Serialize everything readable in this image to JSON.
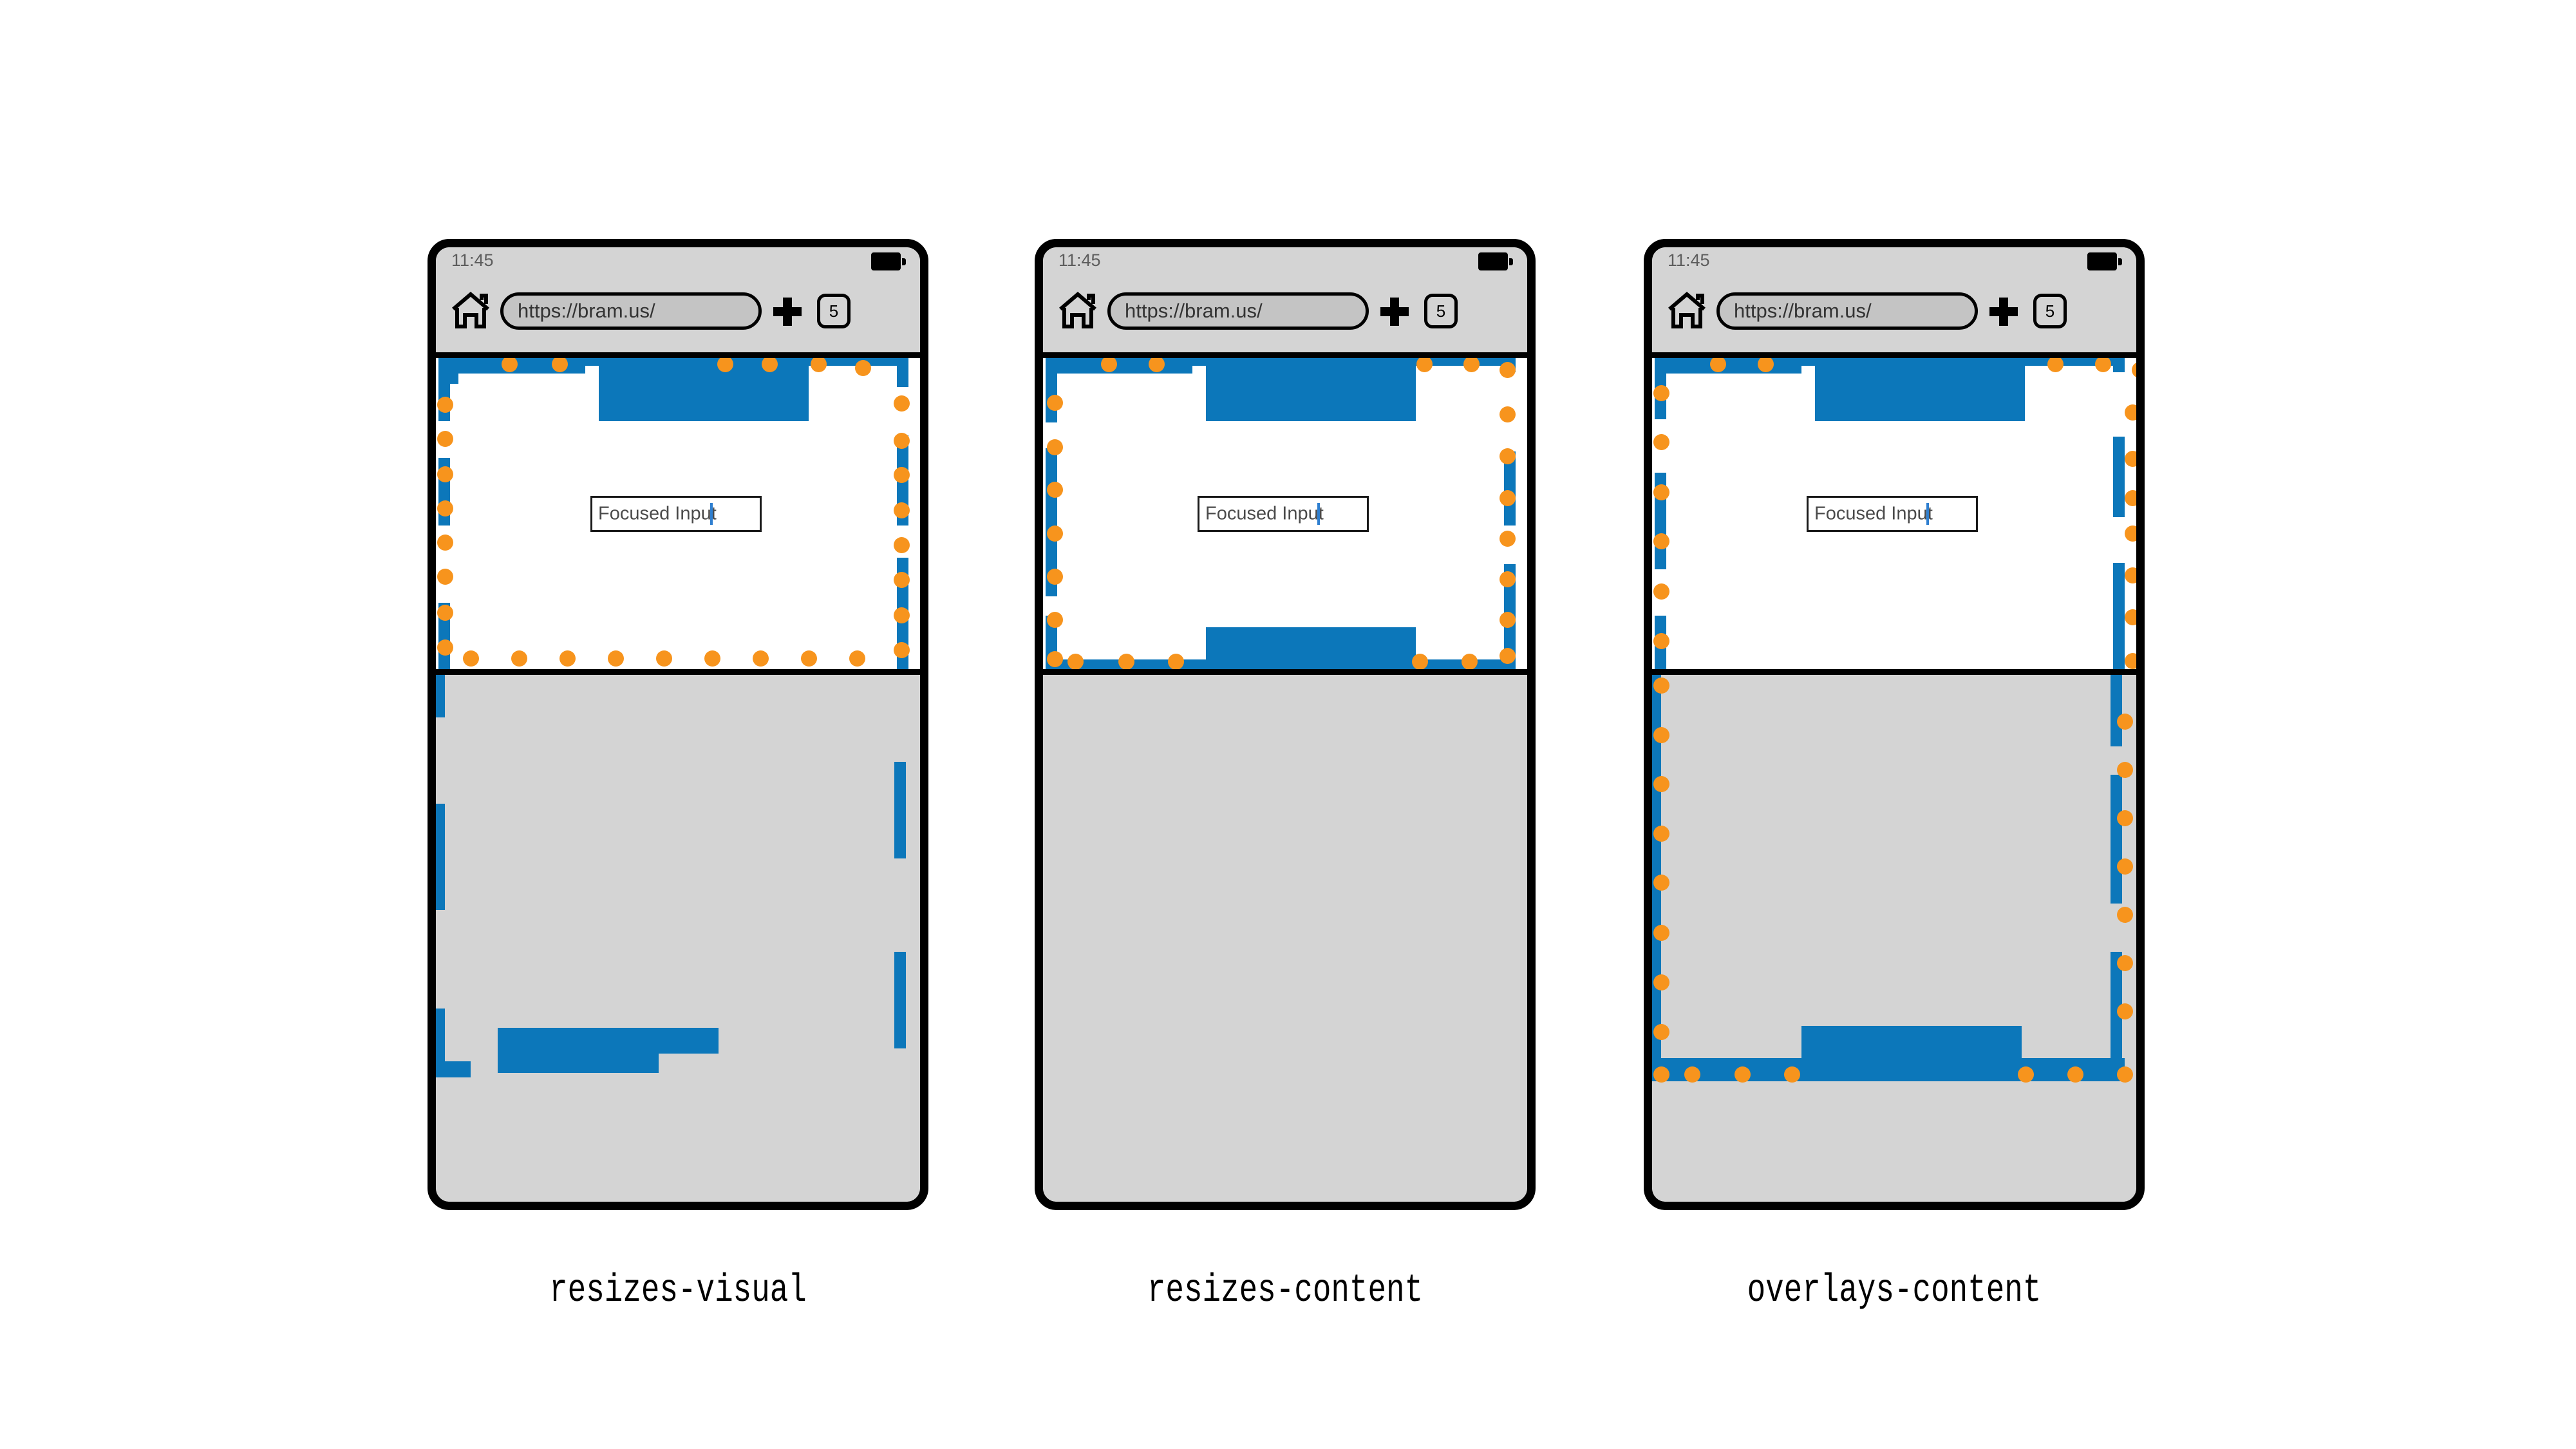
{
  "figure": {
    "title": "Virtual keyboard viewport behaviour comparison",
    "panel_count": 3,
    "colors": {
      "accent_blue": "#0c77ba",
      "accent_orange": "#f7941d",
      "chrome_grey": "#d4d4d4",
      "keyboard_grey": "#d4d4d4",
      "outline_black": "#000000",
      "caret_blue": "#2f7fd0",
      "input_text": "#4a4a4a"
    }
  },
  "panels": [
    {
      "id": "resizes-visual",
      "caption": "resizes-visual",
      "status_bar": {
        "clock": "11:45",
        "battery_icon": "battery-full-icon"
      },
      "toolbar": {
        "home_icon": "home-icon",
        "url": "https://bram.us/",
        "new_tab_icon": "plus-icon",
        "tab_count": "5"
      },
      "page": {
        "input_value": "Focused Input",
        "input_caret": true
      },
      "keyboard_visible": true,
      "keyboard_overlapped_by_page": true
    },
    {
      "id": "resizes-content",
      "caption": "resizes-content",
      "status_bar": {
        "clock": "11:45",
        "battery_icon": "battery-full-icon"
      },
      "toolbar": {
        "home_icon": "home-icon",
        "url": "https://bram.us/",
        "new_tab_icon": "plus-icon",
        "tab_count": "5"
      },
      "page": {
        "input_value": "Focused Input",
        "input_caret": true
      },
      "keyboard_visible": true,
      "keyboard_overlapped_by_page": false
    },
    {
      "id": "overlays-content",
      "caption": "overlays-content",
      "status_bar": {
        "clock": "11:45",
        "battery_icon": "battery-full-icon"
      },
      "toolbar": {
        "home_icon": "home-icon",
        "url": "https://bram.us/",
        "new_tab_icon": "plus-icon",
        "tab_count": "5"
      },
      "page": {
        "input_value": "Focused Input",
        "input_caret": true
      },
      "keyboard_visible": true,
      "keyboard_overlapped_by_page": true
    }
  ]
}
